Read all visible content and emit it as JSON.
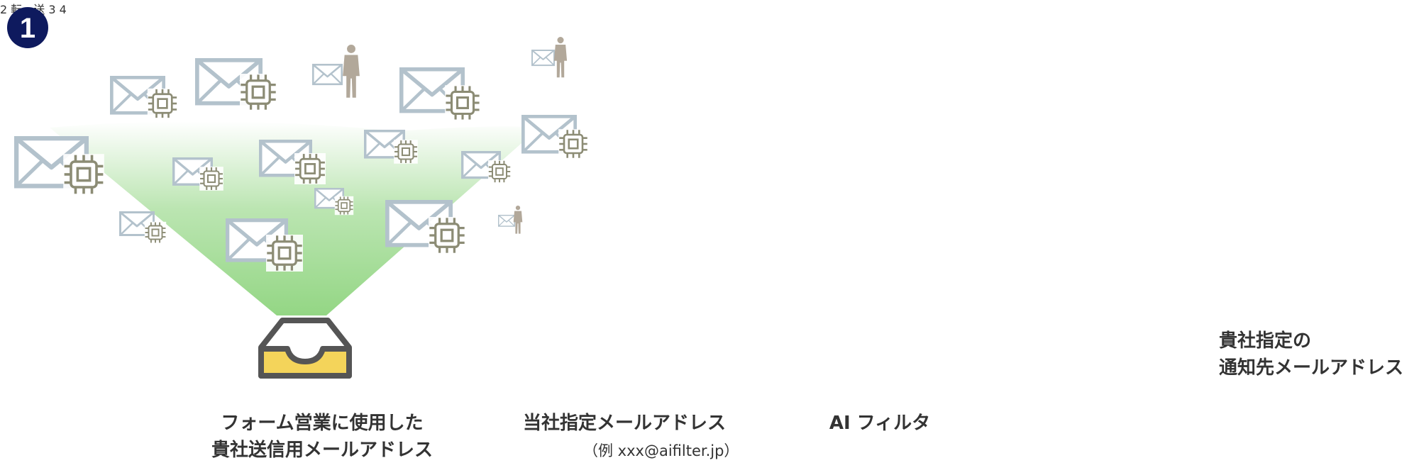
{
  "steps": [
    {
      "number": "1",
      "label_lines": [
        "フォーム営業に使用した",
        "貴社送信用メールアドレス"
      ]
    },
    {
      "number": "2",
      "label_lines": [
        "当社指定メールアドレス"
      ],
      "note": "（例 xxx@aifilter.jp）",
      "arrow_text": "転　送"
    },
    {
      "number": "3",
      "label_lines": [
        "AI フィルタ"
      ]
    },
    {
      "number": "4",
      "label_lines": [
        "貴社指定の",
        "通知先メールアドレス"
      ]
    }
  ],
  "colors": {
    "badge": "#0e1a5e",
    "transfer_arrow": "#2f2eb2",
    "chevrons": "#9ab6ea",
    "funnel_green": "#8ed47e",
    "inbox_fill": "#f4d45a",
    "envelope_stroke": "#b3c2cc",
    "chip": "#8c8c75",
    "person": "#b2a89a",
    "server": "#5a5a5a"
  },
  "icons": [
    "envelope-icon",
    "chip-icon",
    "person-icon",
    "inbox-tray-icon",
    "server-icon",
    "chevron-right-icon"
  ]
}
